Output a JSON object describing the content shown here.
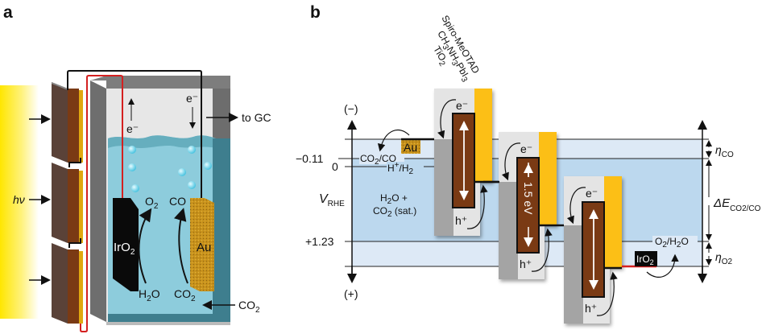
{
  "panels": {
    "a": {
      "label": "a",
      "light_label": "hν",
      "gc_label": "to GC",
      "electron_up": "e⁻",
      "electron_down": "e⁻",
      "anode": {
        "label": "IrO",
        "sub": "2"
      },
      "cathode": {
        "label": "Au"
      },
      "anode_reaction": {
        "from": "H",
        "from_sub": "2",
        "from_tail": "O",
        "to": "O",
        "to_sub": "2"
      },
      "cathode_reaction": {
        "from": "CO",
        "from_sub": "2",
        "to": "CO"
      },
      "gas_inlet": {
        "label": "CO",
        "sub": "2"
      }
    },
    "b": {
      "label": "b",
      "layer_labels": [
        {
          "main": "Spiro-MeOTAD",
          "parts": []
        },
        {
          "main": "CH",
          "parts": [
            "3",
            "NH",
            "3",
            "PbI",
            "3"
          ]
        },
        {
          "main": "TiO",
          "parts": [
            "2"
          ]
        }
      ],
      "layer_label_text": [
        "Spiro-MeOTAD",
        "CH3NH3PbI3",
        "TiO2"
      ],
      "axis": {
        "top": "(−)",
        "bottom": "(+)",
        "ylabel_main": "V",
        "ylabel_sub": "RHE"
      },
      "levels": [
        {
          "value": "−0.11",
          "label": "CO",
          "label_sub": "2",
          "label_tail": "/CO"
        },
        {
          "value": "0",
          "label": "H",
          "label_sup": "+",
          "label_tail": "/H",
          "label_sub": "2"
        },
        {
          "value": "+1.23",
          "label": "O",
          "label_sub": "2",
          "label_tail": "/H",
          "label_sub2": "2",
          "label_tail2": "O"
        }
      ],
      "electrolyte": {
        "line1_main": "H",
        "line1_sub": "2",
        "line1_tail": "O +",
        "line2_main": "CO",
        "line2_sub": "2",
        "line2_tail": " (sat.)"
      },
      "cathode_label": "Au",
      "anode_label": {
        "main": "IrO",
        "sub": "2"
      },
      "bandgap_label": "1.5 eV",
      "carriers": {
        "electron": "e⁻",
        "hole": "h⁺"
      },
      "annotations": {
        "eta_co": {
          "main": "η",
          "sub": "CO"
        },
        "delta_e": {
          "main": "ΔE",
          "sub": "CO2/CO"
        },
        "eta_o2": {
          "main": "η",
          "sub": "O2"
        }
      }
    }
  },
  "colors": {
    "light": "#ffe600",
    "perovskite": "#7a3a14",
    "gold_layer": "#fcbf12",
    "cell_frame": "#8c8c8c",
    "water": "#8ecfdf",
    "band_bg": "#bcd8ee",
    "band_bg_light": "#dde9f6",
    "wire_red": "#d42020",
    "au_color": "#c7921a"
  }
}
